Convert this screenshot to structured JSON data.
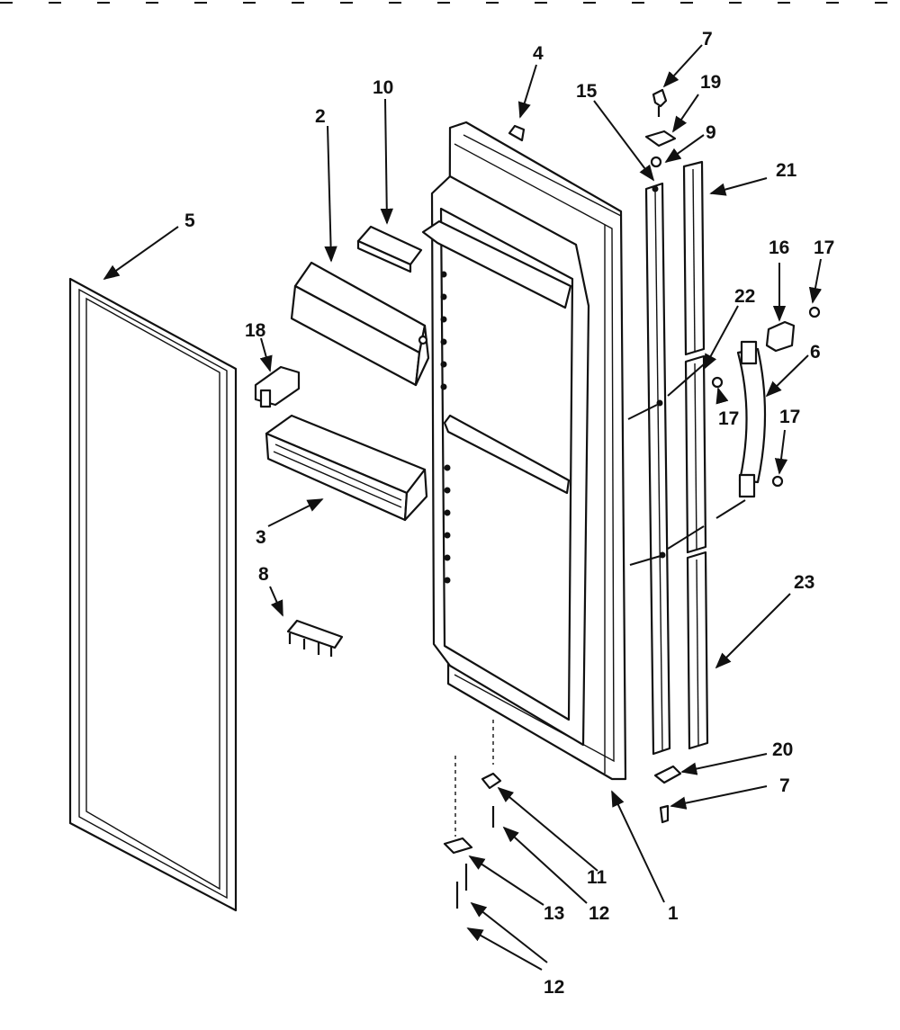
{
  "callouts": [
    "1",
    "2",
    "3",
    "4",
    "5",
    "6",
    "7",
    "7",
    "8",
    "9",
    "10",
    "11",
    "12",
    "12",
    "13",
    "15",
    "16",
    "17",
    "17",
    "17",
    "18",
    "19",
    "20",
    "21",
    "22",
    "23"
  ],
  "colors": {
    "ink": "#111111",
    "paper": "#ffffff"
  }
}
